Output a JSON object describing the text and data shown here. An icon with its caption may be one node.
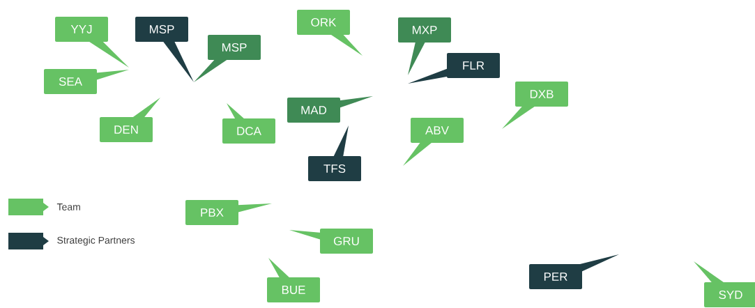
{
  "diagram": {
    "nodes": [
      {
        "text": [
          "YYJ"
        ]
      },
      {
        "text": [
          "MSP"
        ]
      },
      {
        "text": [
          "MSP"
        ]
      },
      {
        "text": [
          "SEA"
        ]
      },
      {
        "text": [
          "ORK"
        ]
      },
      {
        "text": [
          "MXP"
        ]
      },
      {
        "text": [
          "FLR"
        ]
      },
      {
        "text": [
          "DXB"
        ]
      },
      {
        "text": [
          "MAD"
        ]
      },
      {
        "text": [
          "DEN"
        ]
      },
      {
        "text": [
          "DCA"
        ]
      },
      {
        "text": [
          "ABV"
        ]
      },
      {
        "text": [
          "TFS"
        ]
      },
      {
        "text": [
          "PBX"
        ]
      },
      {
        "text": [
          "GRU"
        ]
      },
      {
        "text": [
          "BUE"
        ]
      },
      {
        "text": [
          "PER"
        ]
      },
      {
        "text": [
          "SYD"
        ]
      }
    ],
    "legend": [
      {
        "text": "Team",
        "color": "#66c264"
      },
      {
        "text": "Strategic Partners",
        "color": "#1f3d44"
      }
    ]
  }
}
